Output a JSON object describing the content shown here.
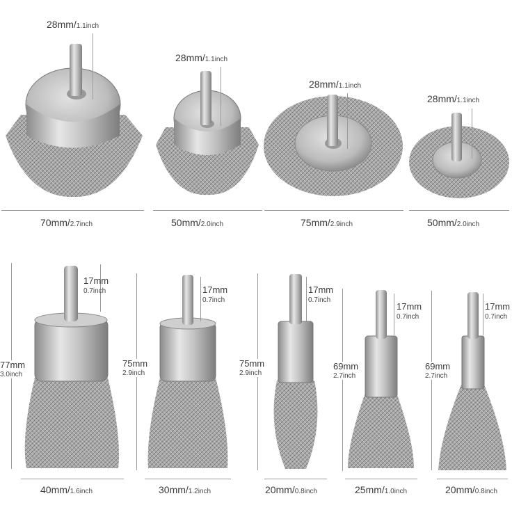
{
  "top_row": [
    {
      "shank_mm": "28mm/",
      "shank_in": "1.1inch",
      "dia_mm": "70mm/",
      "dia_in": "2.7inch",
      "type": "cup brush"
    },
    {
      "shank_mm": "28mm/",
      "shank_in": "1.1inch",
      "dia_mm": "50mm/",
      "dia_in": "2.0inch",
      "type": "cup brush"
    },
    {
      "shank_mm": "28mm/",
      "shank_in": "1.1inch",
      "dia_mm": "75mm/",
      "dia_in": "2.9inch",
      "type": "wheel brush"
    },
    {
      "shank_mm": "28mm/",
      "shank_in": "1.1inch",
      "dia_mm": "50mm/",
      "dia_in": "2.0inch",
      "type": "wheel brush"
    }
  ],
  "bottom_row": [
    {
      "len_mm": "77mm",
      "len_in": "3.0inch",
      "shank_mm": "17mm",
      "shank_in": "0.7inch",
      "dia_mm": "40mm/",
      "dia_in": "1.6inch",
      "type": "end brush"
    },
    {
      "len_mm": "75mm",
      "len_in": "2.9inch",
      "shank_mm": "17mm",
      "shank_in": "0.7inch",
      "dia_mm": "30mm/",
      "dia_in": "1.2inch",
      "type": "end brush"
    },
    {
      "len_mm": "75mm",
      "len_in": "2.9inch",
      "shank_mm": "17mm",
      "shank_in": "0.7inch",
      "dia_mm": "20mm/",
      "dia_in": "0.8inch",
      "type": "pencil brush"
    },
    {
      "len_mm": "69mm",
      "len_in": "2.7inch",
      "shank_mm": "17mm",
      "shank_in": "0.7inch",
      "dia_mm": "25mm/",
      "dia_in": "1.0inch",
      "type": "end brush"
    },
    {
      "len_mm": "69mm",
      "len_in": "2.7inch",
      "shank_mm": "17mm",
      "shank_in": "0.7inch",
      "dia_mm": "20mm/",
      "dia_in": "0.8inch",
      "type": "end brush"
    }
  ],
  "colors": {
    "steel": "#b8b8b8",
    "steel_dark": "#8a8a8a",
    "wire": "#9a9a9a",
    "line": "#999999"
  }
}
